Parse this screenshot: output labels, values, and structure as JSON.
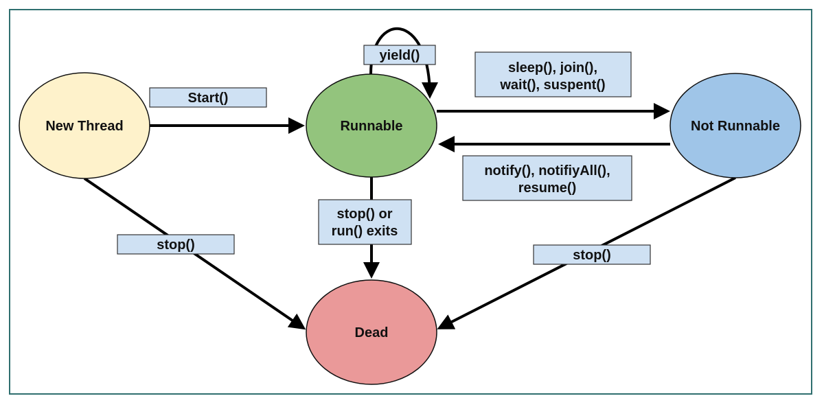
{
  "colors": {
    "frame": "#2f6f6f",
    "new_thread": "#fef2cb",
    "runnable": "#93c47d",
    "not_runnable": "#9fc5e8",
    "dead": "#ea9999",
    "label_bg": "#cfe1f3"
  },
  "states": {
    "new_thread": "New Thread",
    "runnable": "Runnable",
    "not_runnable": "Not Runnable",
    "dead": "Dead"
  },
  "edge_labels": {
    "start": "Start()",
    "yield": "yield()",
    "sleep_line1": "sleep(), join(),",
    "sleep_line2": "wait(), suspent()",
    "notify_line1": "notify(), notifiyAll(),",
    "notify_line2": "resume()",
    "stop_run_line1": "stop() or",
    "stop_run_line2": "run() exits",
    "stop_left": "stop()",
    "stop_right": "stop()"
  }
}
